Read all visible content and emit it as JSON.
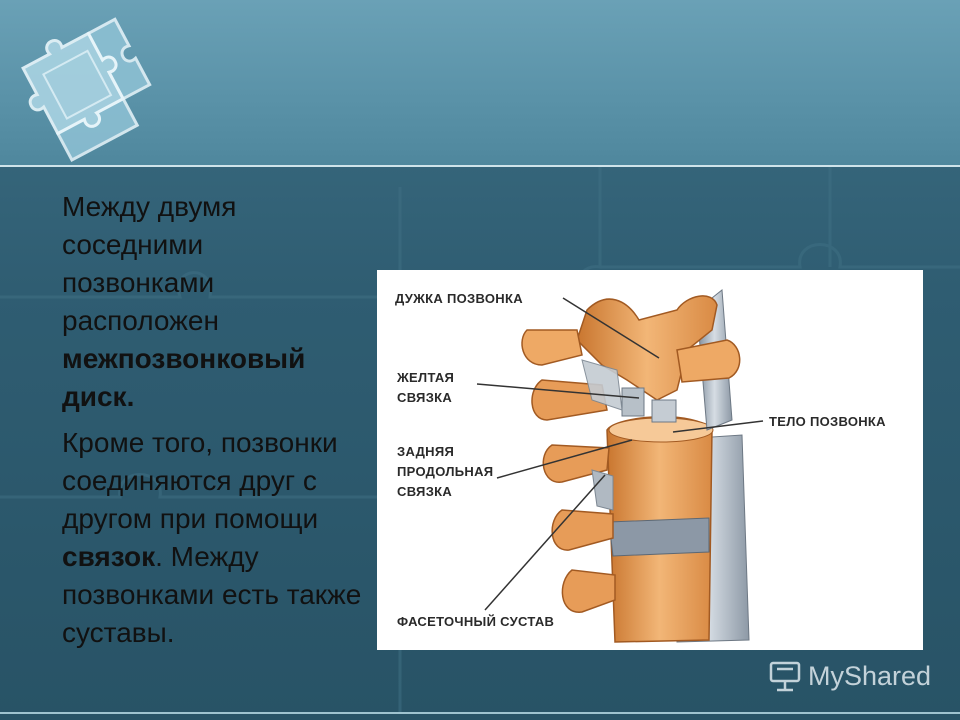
{
  "paragraph1": {
    "text": "Между двумя соседними позвонками расположен ",
    "bold": "межпозвонковый диск."
  },
  "paragraph2": {
    "text_before": "Кроме того, позвонки соединяются друг с другом при помощи ",
    "bold": "связок",
    "text_after": ". Между позвонками есть также суставы."
  },
  "figure": {
    "labels": {
      "arch": "ДУЖКА ПОЗВОНКА",
      "yellow_1": "ЖЕЛТАЯ",
      "yellow_2": "СВЯЗКА",
      "body": "ТЕЛО ПОЗВОНКА",
      "posterior_1": "ЗАДНЯЯ",
      "posterior_2": "ПРОДОЛЬНАЯ",
      "posterior_3": "СВЯЗКА",
      "facet": "ФАСЕТОЧНЫЙ СУСТАВ"
    }
  },
  "watermark": {
    "text": "MyShared"
  },
  "colors": {
    "bone": "#e9a560",
    "bone_dark": "#b8682c",
    "ligament": "#9aa7b4",
    "background_top": "#6aa1b6",
    "background_main": "#2f5d72"
  }
}
